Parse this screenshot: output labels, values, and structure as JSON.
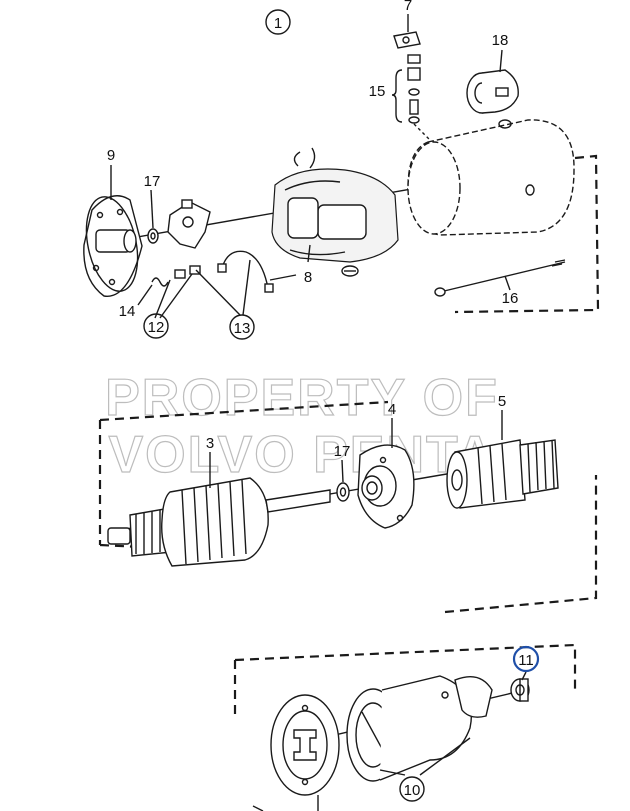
{
  "diagram": {
    "group_number": "1",
    "watermark": {
      "line1": "PROPERTY OF",
      "line2": "VOLVO PENTA"
    },
    "callouts": [
      {
        "id": "c7",
        "label": "7"
      },
      {
        "id": "c18",
        "label": "18"
      },
      {
        "id": "c15",
        "label": "15"
      },
      {
        "id": "c9",
        "label": "9"
      },
      {
        "id": "c17a",
        "label": "17"
      },
      {
        "id": "c14",
        "label": "14"
      },
      {
        "id": "c12",
        "label": "12"
      },
      {
        "id": "c13",
        "label": "13"
      },
      {
        "id": "c8",
        "label": "8"
      },
      {
        "id": "c16",
        "label": "16"
      },
      {
        "id": "c3",
        "label": "3"
      },
      {
        "id": "c4",
        "label": "4"
      },
      {
        "id": "c17b",
        "label": "17"
      },
      {
        "id": "c5",
        "label": "5"
      },
      {
        "id": "c11",
        "label": "11",
        "highlighted": true
      },
      {
        "id": "c10",
        "label": "10"
      }
    ],
    "highlight_color": "#1f4fa8"
  }
}
